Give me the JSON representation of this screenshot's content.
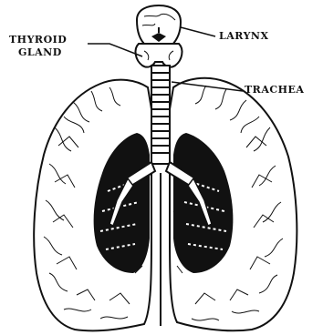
{
  "labels": {
    "thyroid_line1": "THYROID",
    "thyroid_line2": "GLAND",
    "larynx": "LARYNX",
    "trachea": "TRACHEA"
  },
  "colors": {
    "ink": "#111111",
    "paper": "#ffffff"
  }
}
